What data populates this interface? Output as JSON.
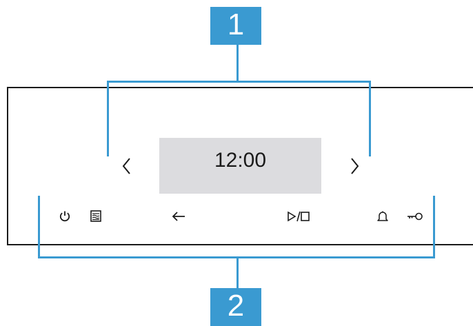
{
  "callouts": {
    "top": "1",
    "bottom": "2"
  },
  "display": {
    "time": "12:00"
  },
  "colors": {
    "callout": "#3a9ad1",
    "display_bg": "#dcdcdf",
    "outline": "#1a1a1a"
  },
  "icons": [
    "chevron-left-icon",
    "chevron-right-icon",
    "power-icon",
    "heating-mode-icon",
    "back-arrow-icon",
    "play-stop-icon",
    "bell-icon",
    "key-lock-icon"
  ]
}
